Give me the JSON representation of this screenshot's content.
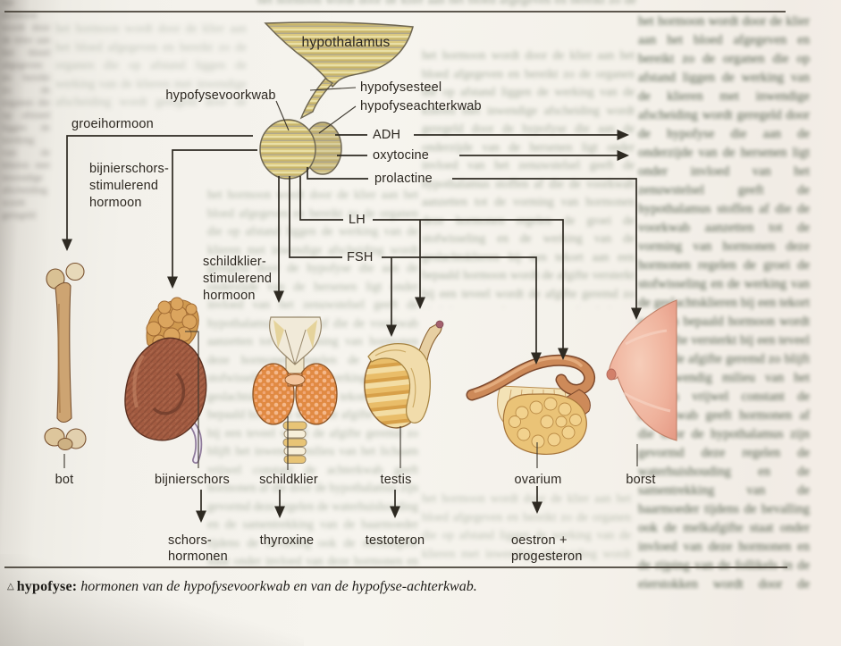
{
  "diagram": {
    "hypothalamus": "hypothalamus",
    "hypofysevoorkwab": "hypofysevoorkwab",
    "hypofysesteel": "hypofysesteel",
    "hypofyseachterkwab": "hypofyseachterkwab",
    "groeihormoon": "groeihormoon",
    "adh": "ADH",
    "oxytocine": "oxytocine",
    "prolactine": "prolactine",
    "lh": "LH",
    "fsh": "FSH",
    "bijnierschors_stimulerend": [
      "bijnierschors-",
      "stimulerend",
      "hormoon"
    ],
    "schildklier_stimulerend": [
      "schildklier-",
      "stimulerend",
      "hormoon"
    ],
    "organ_bot": "bot",
    "organ_bijnierschors": "bijnierschors",
    "organ_schildklier": "schildklier",
    "organ_testis": "testis",
    "organ_ovarium": "ovarium",
    "organ_borst": "borst",
    "hormoon_schors_1": "schors-",
    "hormoon_schors_2": "hormonen",
    "hormoon_thyroxine": "thyroxine",
    "hormoon_testoteron": "testoteron",
    "hormoon_oestron_1": "oestron +",
    "hormoon_oestron_2": "progesteron"
  },
  "caption": {
    "marker": "△",
    "term": "hypofyse:",
    "body": "hormonen van de hypofysevoorkwab en van de hypofyse-achterkwab."
  },
  "decor": {
    "blur_filler": "het hormoon wordt door de klier aan het bloed afgegeven en bereikt zo de organen die op afstand liggen de werking van de klieren met inwendige afscheiding wordt geregeld door de hypofyse die aan de onderzijde van de hersenen ligt onder invloed van het zenuwstelsel geeft de hypothalamus stoffen af die de voorkwab aanzetten tot de vorming van hormonen deze hormonen regelen de groei de stofwisseling en de werking van de geslachtsklieren bij een tekort aan een bepaald hormoon wordt de afgifte versterkt bij een teveel wordt de afgifte geremd zo blijft het inwendig milieu van het lichaam vrijwel constant de achterkwab geeft hormonen af die door de hypothalamus zijn gevormd deze regelen de waterhuishouding en de samentrekking van de baarmoeder tijdens de bevalling ook de melkafgifte staat onder invloed van deze hormonen en de rijping van de follikels in de eierstokken wordt door de hypofyse geregeld"
  }
}
